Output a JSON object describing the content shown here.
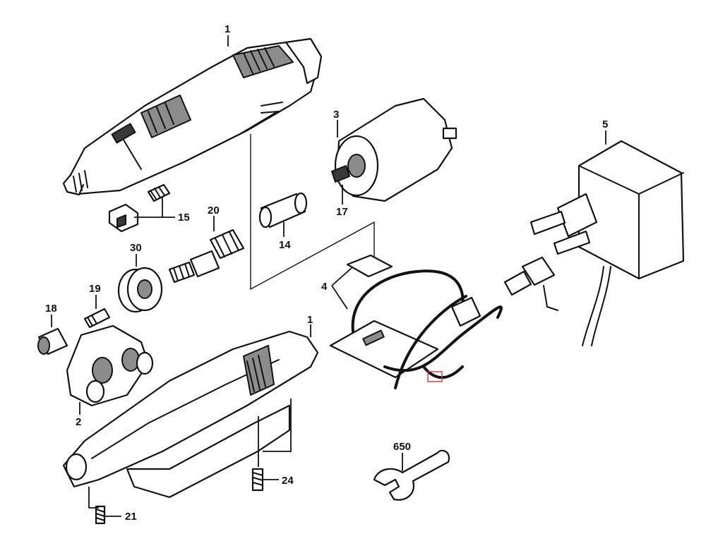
{
  "callouts": {
    "p1_top": "1",
    "p1_housing": "1",
    "p2": "2",
    "p3": "3",
    "p4": "4",
    "p5": "5",
    "p14": "14",
    "p15": "15",
    "p17": "17",
    "p18": "18",
    "p19": "19",
    "p20": "20",
    "p21": "21",
    "p24": "24",
    "p30": "30",
    "p650": "650"
  },
  "colors": {
    "line": "#111111",
    "shade": "#8c8c8c",
    "highlight": "#e03030"
  }
}
